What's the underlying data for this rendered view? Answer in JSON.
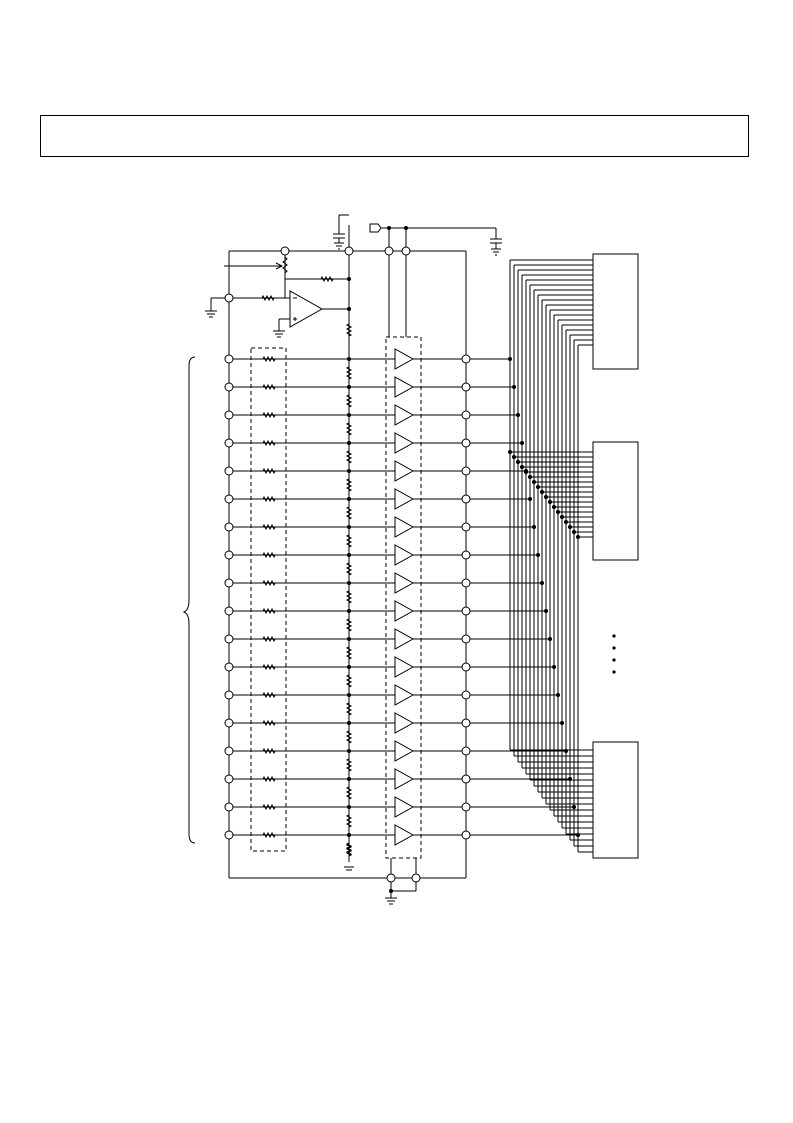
{
  "header": {
    "title": ""
  },
  "diagram": {
    "type": "circuit-schematic",
    "gamma_channels": 18,
    "output_chips": 3,
    "colors": {
      "line": "#000000",
      "background": "#ffffff"
    },
    "icons": [
      "ground-icon",
      "capacitor-icon",
      "op-amp-icon",
      "buffer-triangle-icon",
      "resistor-icon",
      "potentiometer-icon",
      "supply-input-icon"
    ]
  }
}
